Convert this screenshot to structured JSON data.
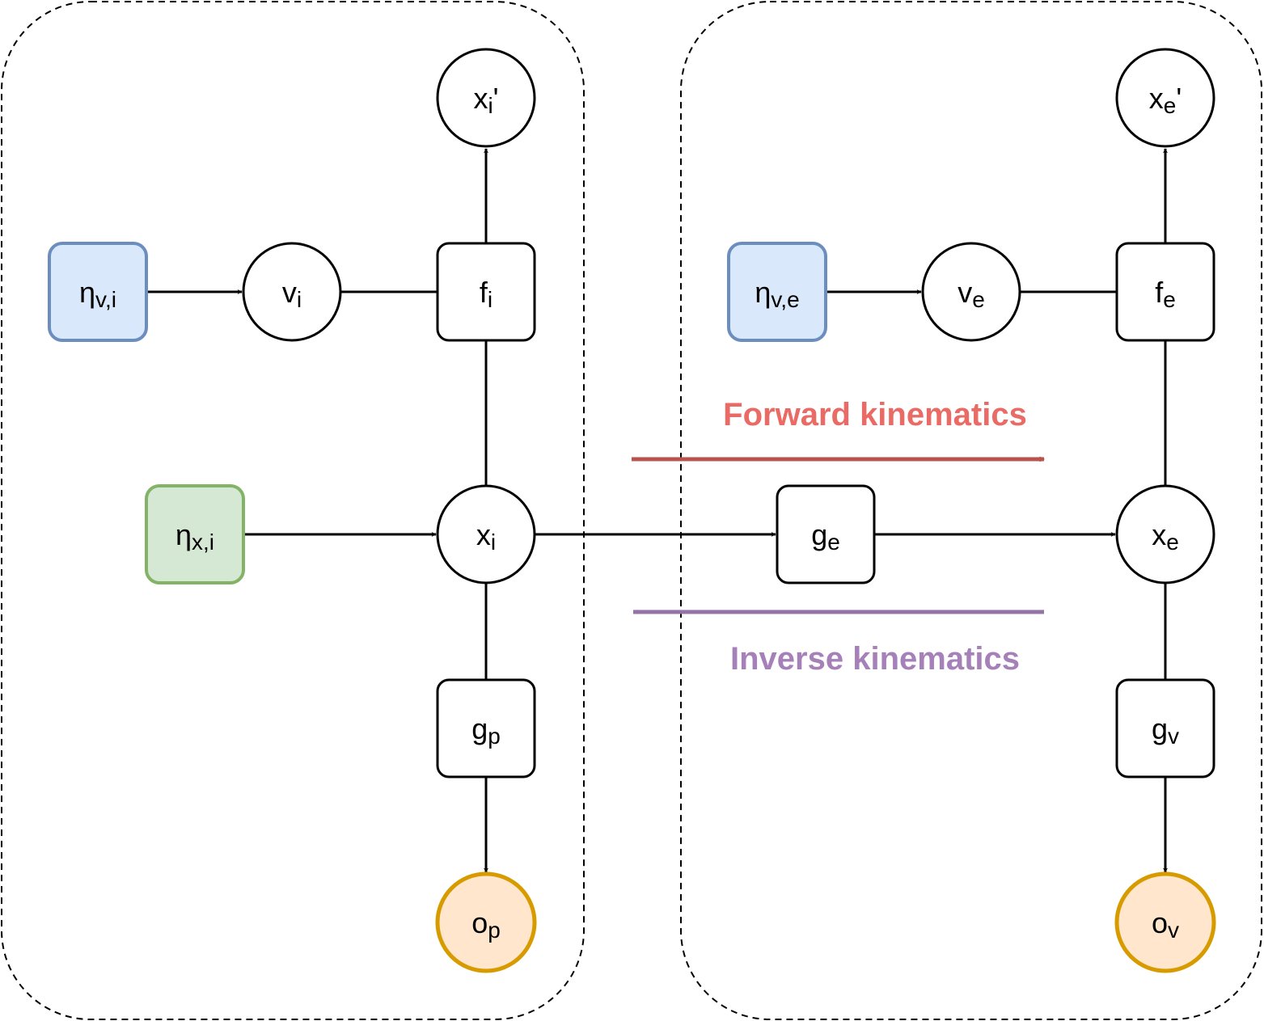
{
  "colors": {
    "stroke": "#000000",
    "node_fill": "#ffffff",
    "noise_v_fill": "#dae8fc",
    "noise_v_stroke": "#6c8ebf",
    "noise_x_fill": "#d5e8d4",
    "noise_x_stroke": "#82b366",
    "obs_fill": "#ffe6cc",
    "obs_stroke": "#d79b00",
    "forward_color": "#ea6b66",
    "forward_arrow": "#b85450",
    "inverse_color": "#a680b8",
    "inverse_arrow": "#9673a6"
  },
  "nodes": {
    "xi_prime": {
      "base": "x",
      "sub": "i",
      "suffix": "'"
    },
    "xe_prime": {
      "base": "x",
      "sub": "e",
      "suffix": "'"
    },
    "eta_vi": {
      "base": "η",
      "sub": "v,i"
    },
    "vi": {
      "base": "v",
      "sub": "i"
    },
    "fi": {
      "base": "f",
      "sub": "i"
    },
    "eta_ve": {
      "base": "η",
      "sub": "v,e"
    },
    "ve": {
      "base": "v",
      "sub": "e"
    },
    "fe": {
      "base": "f",
      "sub": "e"
    },
    "eta_xi": {
      "base": "η",
      "sub": "x,i"
    },
    "xi": {
      "base": "x",
      "sub": "i"
    },
    "ge": {
      "base": "g",
      "sub": "e"
    },
    "xe": {
      "base": "x",
      "sub": "e"
    },
    "gp": {
      "base": "g",
      "sub": "p"
    },
    "gv": {
      "base": "g",
      "sub": "v"
    },
    "op": {
      "base": "o",
      "sub": "p"
    },
    "ov": {
      "base": "o",
      "sub": "v"
    }
  },
  "captions": {
    "forward": "Forward kinematics",
    "inverse": "Inverse kinematics"
  }
}
